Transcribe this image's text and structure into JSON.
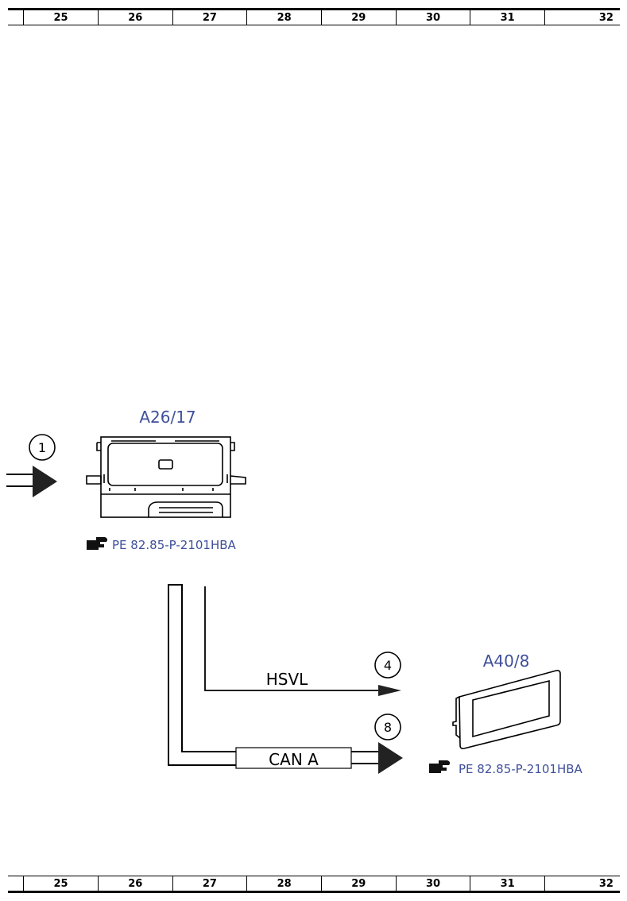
{
  "ruler": {
    "columns": [
      "25",
      "26",
      "27",
      "28",
      "29",
      "30",
      "31",
      "32"
    ]
  },
  "components": {
    "a26_17": {
      "label": "A26/17",
      "ref": "PE 82.85-P-2101HBA"
    },
    "a40_8": {
      "label": "A40/8",
      "ref": "PE 82.85-P-2101HBA"
    }
  },
  "signals": {
    "hsvl": "HSVL",
    "can_a": "CAN A"
  },
  "markers": {
    "m1": "1",
    "m4": "4",
    "m8": "8"
  },
  "colors": {
    "label_blue": "#3f4f9a",
    "line": "#000000"
  }
}
